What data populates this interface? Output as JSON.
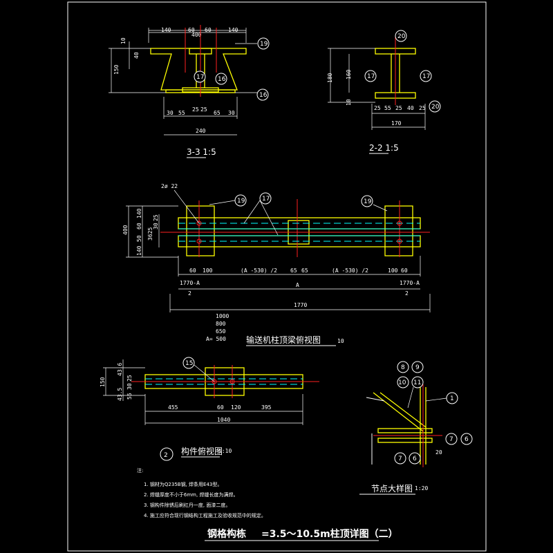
{
  "sec33": {
    "d_400": "400",
    "d_140a": "140",
    "d_60a": "60",
    "d_60b": "60",
    "d_140b": "140",
    "d_10": "10",
    "d_40": "40",
    "d_150": "150",
    "d_30a": "30",
    "d_55": "55",
    "d_25a": "25",
    "d_25b": "25",
    "d_65": "65",
    "d_30b": "30",
    "d_240": "240",
    "b19": "19",
    "b17": "17",
    "b16a": "16",
    "b16b": "16",
    "title": "3-3  1:5"
  },
  "sec22": {
    "d_180": "180",
    "d_160": "160",
    "d_10": "10",
    "d_25a": "25",
    "d_55": "55",
    "d_25b": "25",
    "d_40": "40",
    "d_25c": "25",
    "d_170": "170",
    "b20a": "20",
    "b17a": "17",
    "b17b": "17",
    "b20b": "20",
    "title": "2-2  1:5"
  },
  "plan": {
    "label_2phi22": "2ø 22",
    "b19a": "19",
    "b17": "17",
    "b19b": "19",
    "d_400": "400",
    "d_140a": "140",
    "d_60": "60",
    "d_25a": "25",
    "d_30": "30",
    "d_3625": "3625",
    "d_50": "50",
    "d_140b": "140",
    "d_60a": "60",
    "d_100a": "100",
    "d_expr_a": "(A -530) /2",
    "d_65a": "65",
    "d_65b": "65",
    "d_expr_b": "(A -530) /2",
    "d_100b": "100",
    "d_60b": "60",
    "d_1770a": "1770-A",
    "d_2a": "2",
    "d_A": "A",
    "d_1770b": "1770-A",
    "d_2b": "2",
    "d_1770": "1770",
    "a_list": [
      "1000",
      "800",
      "650",
      "A= 500"
    ],
    "title": "输送机柱顶梁俯视图",
    "scale": "10"
  },
  "member": {
    "b15": "15",
    "d_150": "150",
    "d_43": "43.5",
    "d_25": "25",
    "d_30": "30",
    "d_55": "55",
    "d_43b": "43.6",
    "d_455": "455",
    "d_60": "60",
    "d_120": "120",
    "d_395": "395",
    "d_1040": "1040",
    "num": "2",
    "title": "构件俯视图",
    "scale": "1:10"
  },
  "node": {
    "b8": "8",
    "b9": "9",
    "b10": "10",
    "b11": "11",
    "b1": "1",
    "b7a": "7",
    "b6a": "6",
    "b7b": "7",
    "b6b": "6",
    "d_20": "20",
    "title": "节点大样图",
    "scale": "1:20"
  },
  "notes": {
    "head": "注:",
    "items": [
      "1. 钢材为Q235B钢, 焊条用E43型。",
      "2. 焊缝厚度不小于6mm, 焊缝长度为满焊。",
      "3. 钢构件除锈后刷红丹一度, 面漆二度。",
      "4. 施工应符合现行钢结构工程施工及验收规范中的规定。"
    ]
  },
  "sheet_title": {
    "left": "钢格构栋",
    "right": "=3.5～10.5m柱顶详图（二）"
  }
}
